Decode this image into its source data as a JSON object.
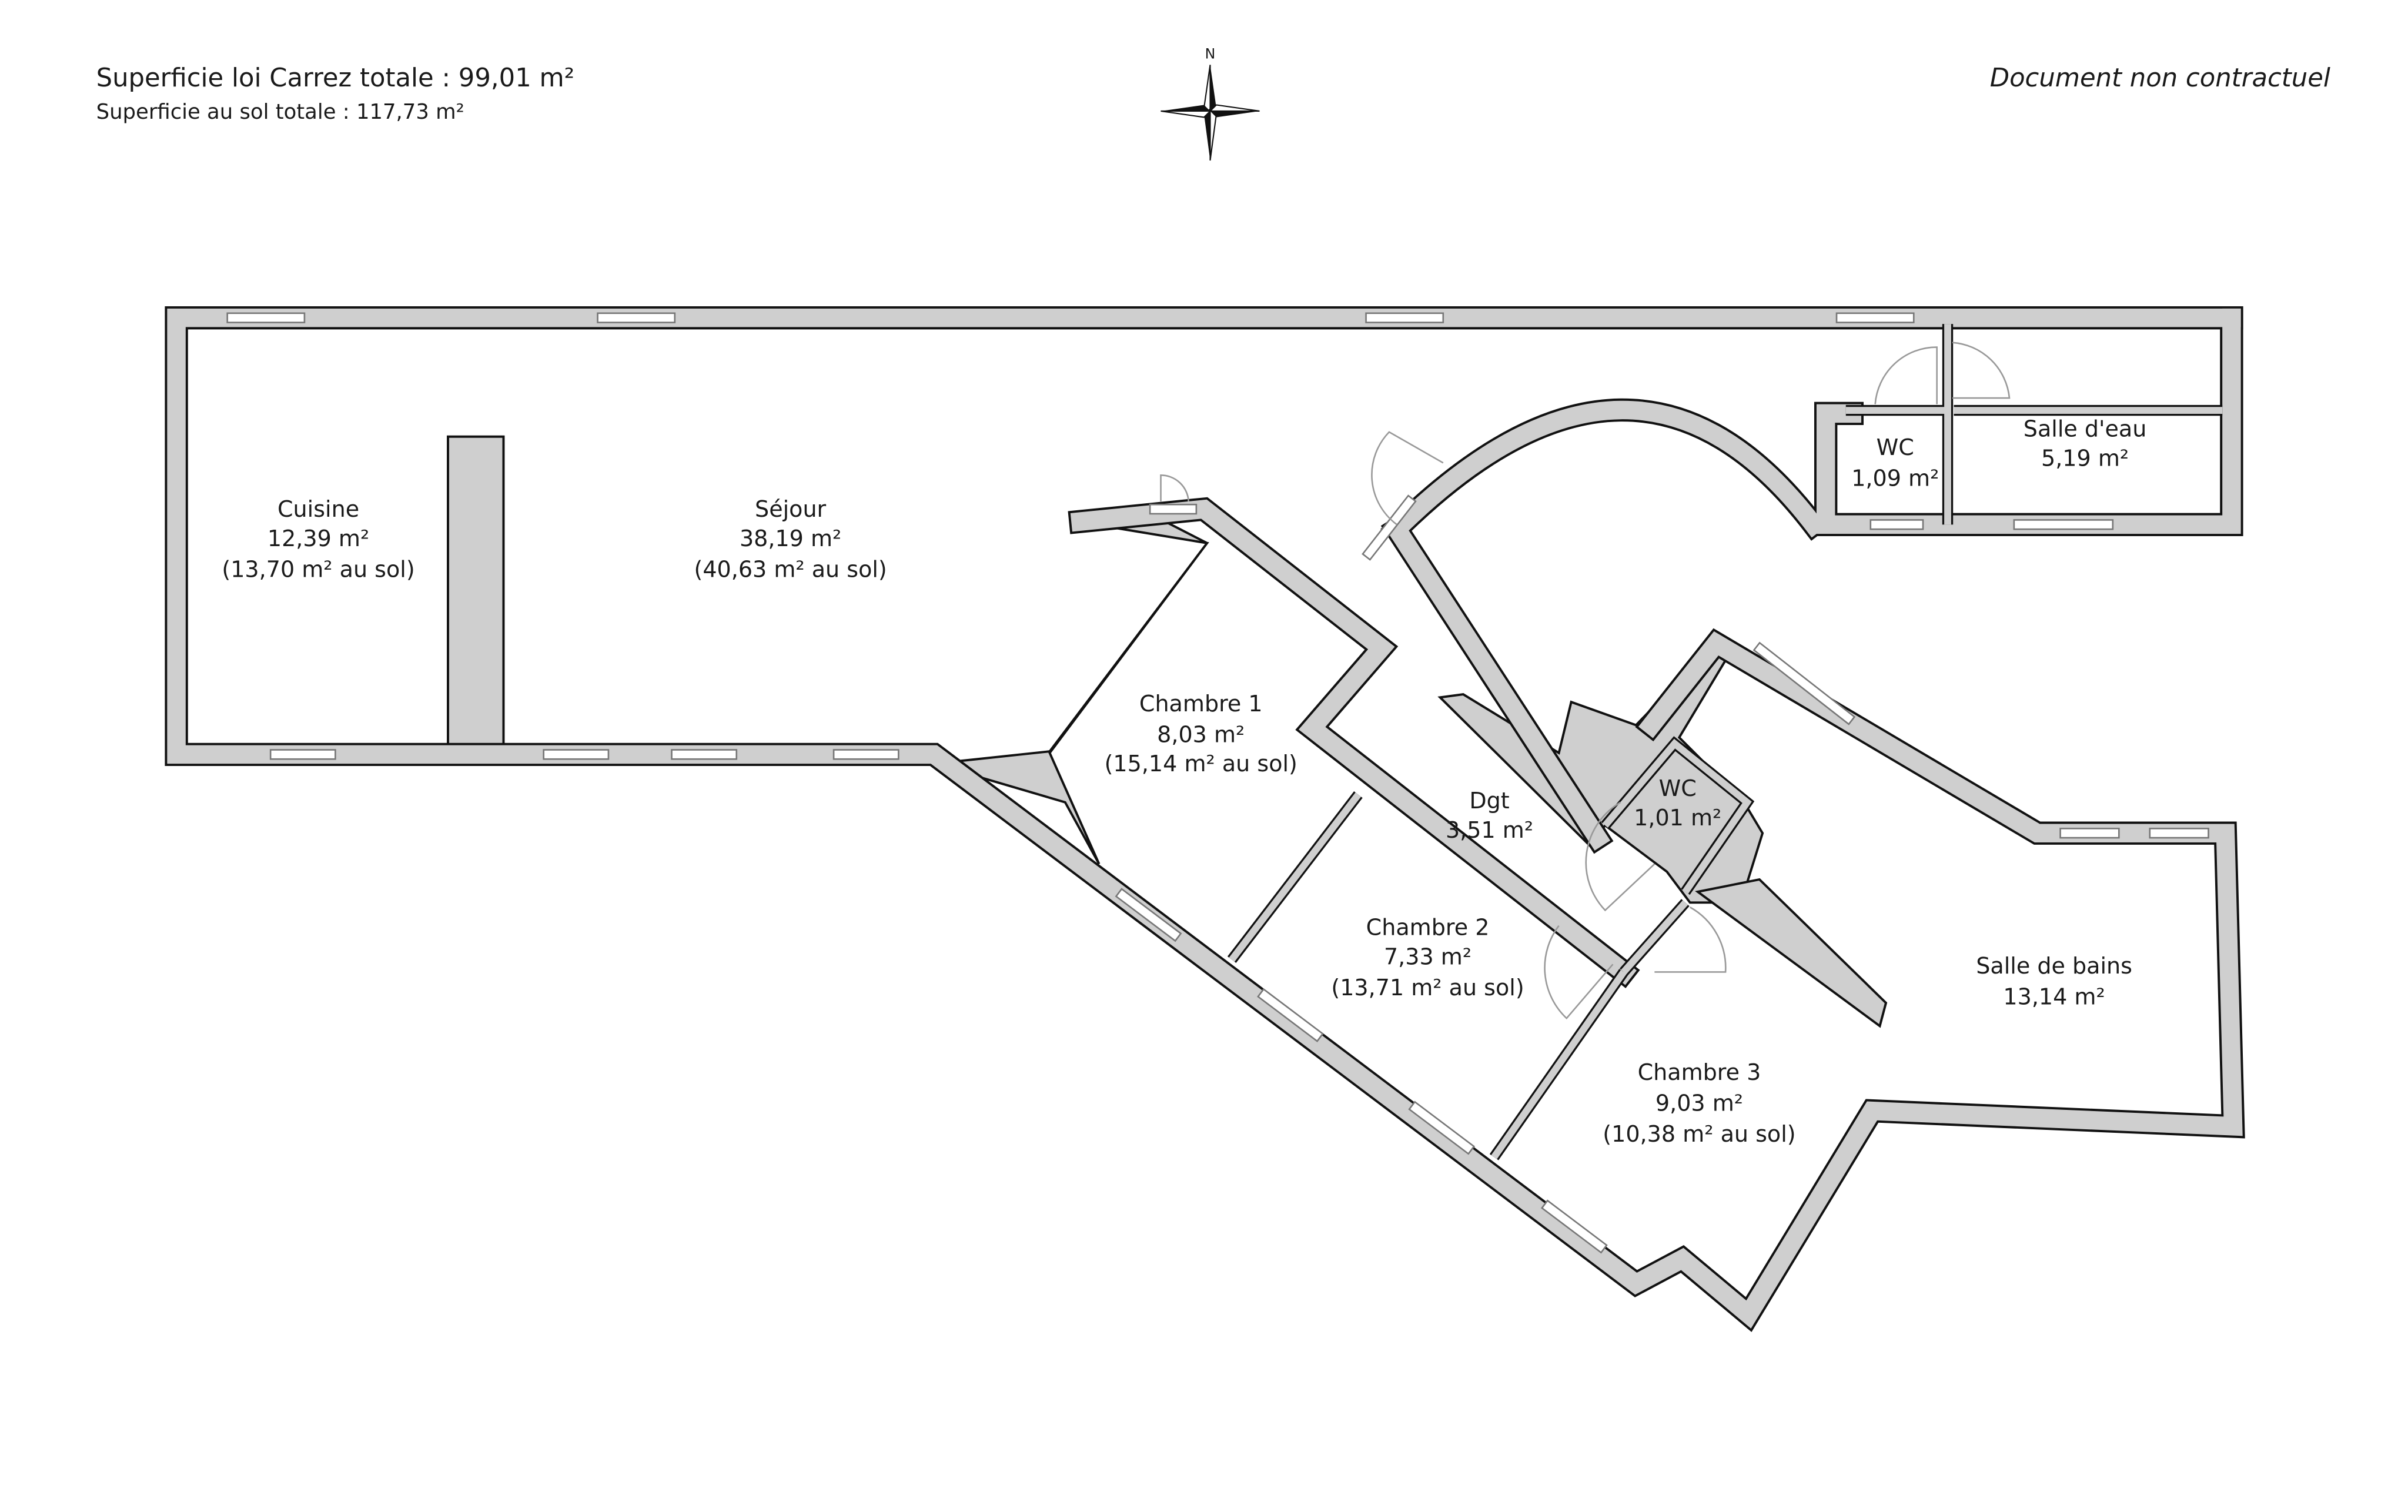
{
  "header": {
    "carrez_total": "Superficie loi Carrez totale : 99,01 m²",
    "sol_total": "Superficie au sol totale : 117,73 m²",
    "disclaimer": "Document non contractuel"
  },
  "compass": {
    "north_label": "N"
  },
  "rooms": [
    {
      "name": "Cuisine",
      "carrez": "12,39 m²",
      "sol": "(13,70 m² au sol)"
    },
    {
      "name": "Séjour",
      "carrez": "38,19 m²",
      "sol": "(40,63 m² au sol)"
    },
    {
      "name": "Chambre 1",
      "carrez": "8,03 m²",
      "sol": "(15,14 m² au sol)"
    },
    {
      "name": "Chambre 2",
      "carrez": "7,33 m²",
      "sol": "(13,71 m² au sol)"
    },
    {
      "name": "Chambre 3",
      "carrez": "9,03 m²",
      "sol": "(10,38 m² au sol)"
    },
    {
      "name": "Dgt",
      "carrez": "3,51 m²"
    },
    {
      "name": "WC",
      "carrez": "1,01 m²"
    },
    {
      "name": "WC",
      "carrez": "1,09 m²"
    },
    {
      "name": "Salle d'eau",
      "carrez": "5,19 m²"
    },
    {
      "name": "Salle de bains",
      "carrez": "13,14 m²"
    }
  ],
  "colors": {
    "wall": "#cfcfcf",
    "outline": "#111111"
  }
}
